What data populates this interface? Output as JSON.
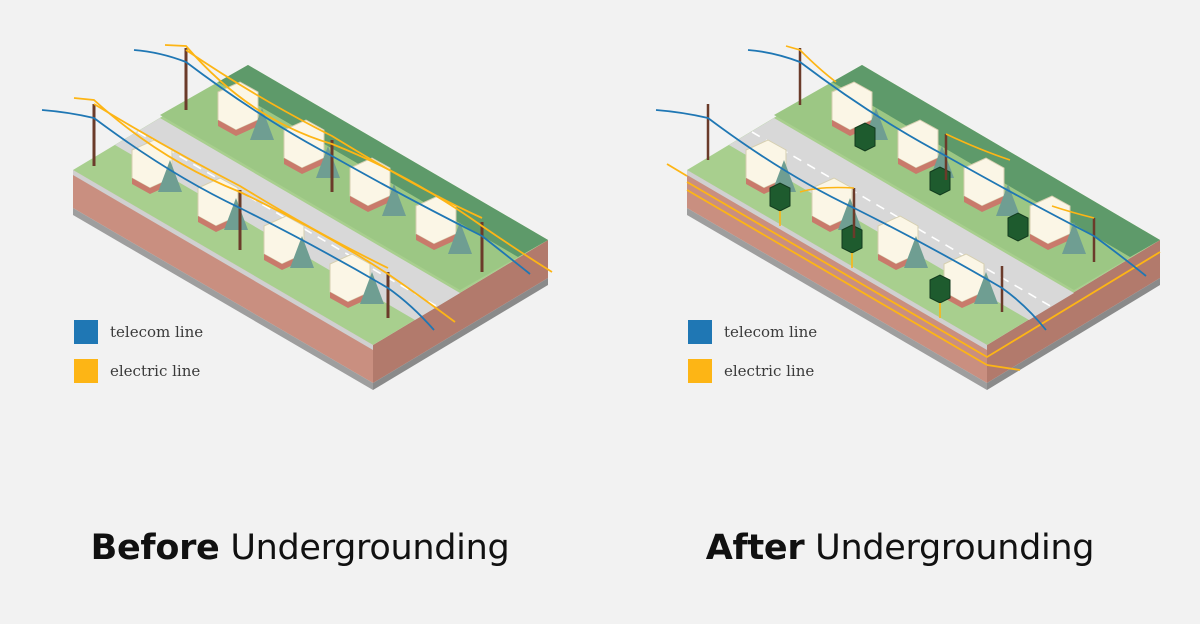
{
  "colors": {
    "background": "#f2f2f2",
    "telecom": "#1f77b4",
    "electric": "#fdb515",
    "grass": "#a8cf8e",
    "grass_dark": "#5e9a6a",
    "road": "#d8d8d8",
    "soil": "#c98f80",
    "transformer": "#1e5b2e"
  },
  "legend": {
    "telecom_label": "telecom line",
    "electric_label": "electric line"
  },
  "before": {
    "title_bold": "Before",
    "title_rest": "Undergrounding"
  },
  "after": {
    "title_bold": "After",
    "title_rest": "Undergrounding"
  }
}
